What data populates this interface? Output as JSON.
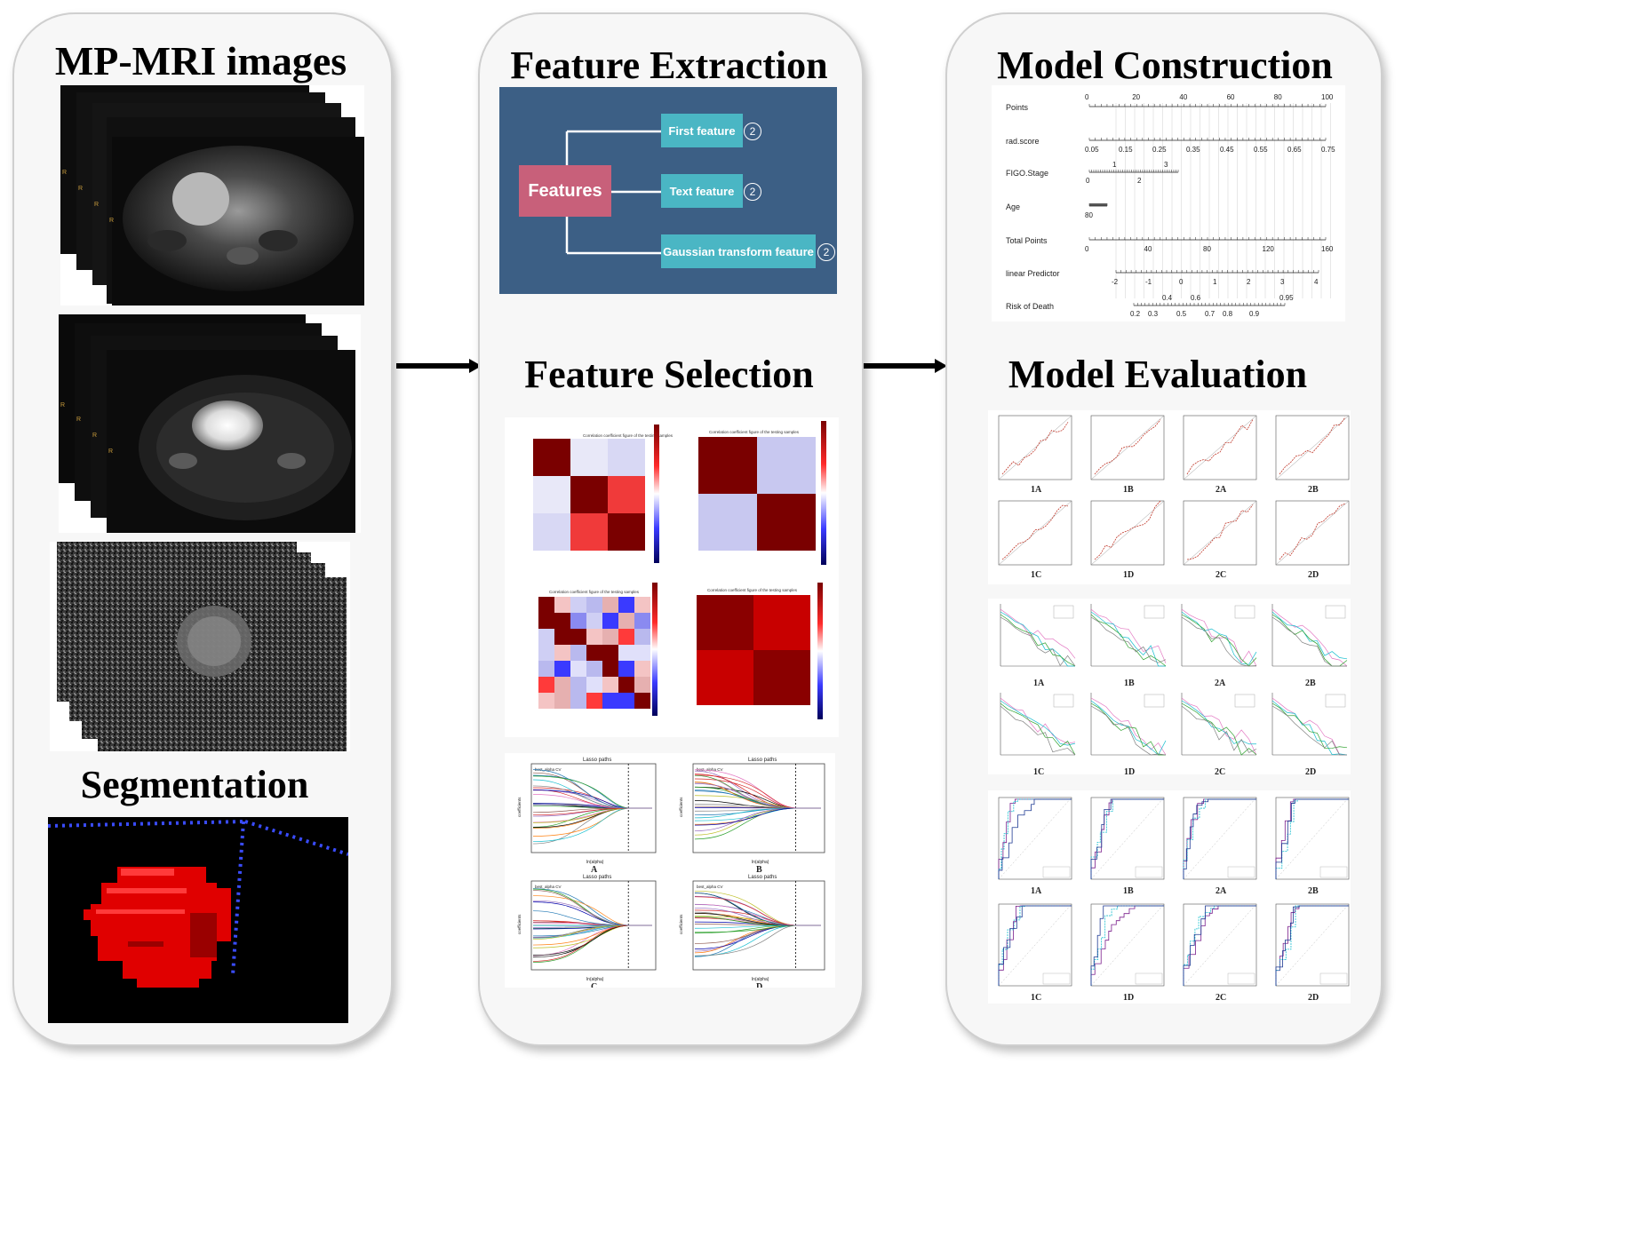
{
  "panels": {
    "left": {
      "title": "MP-MRI images",
      "subtitle": "Segmentation"
    },
    "middle": {
      "title": "Feature Extraction",
      "subtitle": "Feature Selection"
    },
    "right": {
      "title": "Model Construction",
      "subtitle": "Model Evaluation"
    }
  },
  "feature_extraction": {
    "root": "Features",
    "branches": [
      {
        "label": "First feature",
        "badge": "2"
      },
      {
        "label": "Text feature",
        "badge": "2"
      },
      {
        "label": "Gaussian transform feature",
        "badge": "2"
      }
    ],
    "colors": {
      "background": "#3c5f85",
      "root": "#c8607a",
      "branch": "#4ab6c4"
    }
  },
  "heatmaps": {
    "title": "Correlation coefficient figure of the testing samples"
  },
  "lasso": {
    "title": "Lasso paths",
    "legend": "best_alpha CV",
    "xlabel": "ln(alpha)",
    "ylabel": "coefficients",
    "panel_labels": [
      "A",
      "B",
      "C",
      "D"
    ]
  },
  "nomogram": {
    "rows": [
      {
        "label": "Points",
        "ticks": [
          "0",
          "20",
          "40",
          "60",
          "80",
          "100"
        ]
      },
      {
        "label": "rad.score",
        "ticks": [
          "0.05",
          "0.15",
          "0.25",
          "0.35",
          "0.45",
          "0.55",
          "0.65",
          "0.75"
        ]
      },
      {
        "label": "FIGO.Stage",
        "ticks_top": [
          "1",
          "3"
        ],
        "ticks_bottom": [
          "0",
          "2"
        ]
      },
      {
        "label": "Age",
        "ticks": [
          "80"
        ]
      },
      {
        "label": "Total Points",
        "ticks": [
          "0",
          "40",
          "80",
          "120",
          "160"
        ]
      },
      {
        "label": "linear Predictor",
        "ticks": [
          "-2",
          "-1",
          "0",
          "1",
          "2",
          "3",
          "4"
        ]
      },
      {
        "label": "Risk of Death",
        "ticks_top": [
          "0.4",
          "0.6",
          "0.95"
        ],
        "ticks_bottom": [
          "0.2",
          "0.3",
          "0.5",
          "0.7",
          "0.8",
          "0.9"
        ]
      }
    ]
  },
  "evaluation": {
    "labels": [
      "1A",
      "1B",
      "2A",
      "2B",
      "1C",
      "1D",
      "2C",
      "2D"
    ]
  }
}
